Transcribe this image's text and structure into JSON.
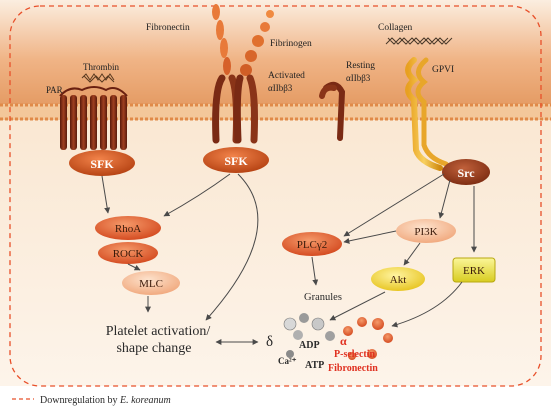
{
  "receptors": {
    "par": "PAR",
    "thrombin": "Thrombin",
    "fibronectin": "Fibronectin",
    "fibrinogen": "Fibrinogen",
    "activated": "Activated",
    "activated_integrin": "αIIbβ3",
    "resting": "Resting",
    "resting_integrin": "αIIbβ3",
    "collagen": "Collagen",
    "gpvi": "GPVI"
  },
  "kinases": {
    "sfk_left": "SFK",
    "sfk_mid": "SFK",
    "src": "Src"
  },
  "nodes": {
    "rhoa": "RhoA",
    "rock": "ROCK",
    "mlc": "MLC",
    "plcg2": "PLCγ2",
    "pi3k": "PI3K",
    "akt": "Akt",
    "erk": "ERK",
    "granules": "Granules"
  },
  "outcome": {
    "line1": "Platelet activation/",
    "line2": "shape change"
  },
  "granule_contents": {
    "delta": "δ",
    "adp": "ADP",
    "calcium": "Ca²⁺",
    "atp": "ATP",
    "alpha": "α",
    "pselectin": "P-selectin",
    "fibronectin": "Fibronectin"
  },
  "legend": {
    "prefix": "Downregulation by ",
    "species": "E. koreanum"
  },
  "colors": {
    "membrane": "#e8a06a",
    "cytoplasm": "#f8e6cf",
    "dashed_border": "#e8502a",
    "sfk": "#c8501a",
    "receptor": "#7a2a14",
    "arrow": "#4a4a4a",
    "red_text": "#e03020"
  }
}
